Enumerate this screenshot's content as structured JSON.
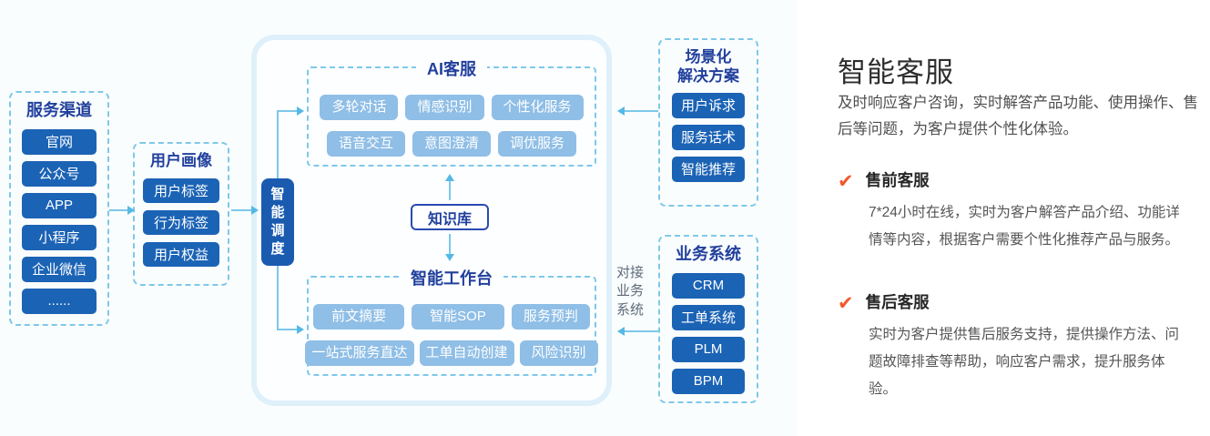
{
  "diagram": {
    "service_channels": {
      "title": "服务渠道",
      "items": [
        "官网",
        "公众号",
        "APP",
        "小程序",
        "企业微信",
        "......"
      ]
    },
    "user_profile": {
      "title": "用户画像",
      "items": [
        "用户标签",
        "行为标签",
        "用户权益"
      ]
    },
    "dispatch": {
      "label": "智能调度"
    },
    "ai_service": {
      "title": "AI客服",
      "chips_row1": [
        "多轮对话",
        "情感识别",
        "个性化服务"
      ],
      "chips_row2": [
        "语音交互",
        "意图澄清",
        "调优服务"
      ]
    },
    "knowledge_base": {
      "label": "知识库"
    },
    "workbench": {
      "title": "智能工作台",
      "chips_row1": [
        "前文摘要",
        "智能SOP",
        "服务预判"
      ],
      "chips_row2": [
        "一站式服务直达",
        "工单自动创建",
        "风险识别"
      ]
    },
    "scenario_solutions": {
      "title_line1": "场景化",
      "title_line2": "解决方案",
      "items": [
        "用户诉求",
        "服务话术",
        "智能推荐"
      ]
    },
    "business_systems": {
      "title": "业务系统",
      "items": [
        "CRM",
        "工单系统",
        "PLM",
        "BPM"
      ]
    },
    "connect_label": "对接业务系统"
  },
  "content": {
    "heading": "智能客服",
    "intro": "及时响应客户咨询，实时解答产品功能、使用操作、售后等问题，为客户提供个性化体验。",
    "check_icon": "✔",
    "sections": [
      {
        "title": "售前客服",
        "body": " 7*24小时在线，实时为客户解答产品介绍、功能详情等内容，根据客户需要个性化推荐产品与服务。"
      },
      {
        "title": "售后客服",
        "body": "实时为客户提供售后服务支持，提供操作方法、问题故障排查等帮助，响应客户需求，提升服务体验。"
      }
    ]
  },
  "colors": {
    "primary_blue": "#1b63b5",
    "chip_blue": "#8fbee6",
    "navy_title": "#21409d",
    "dashed_border": "#7ec8ea",
    "panel_border": "#def0fa",
    "line_blue": "#7cc7ea",
    "accent_orange": "#f2592e"
  }
}
